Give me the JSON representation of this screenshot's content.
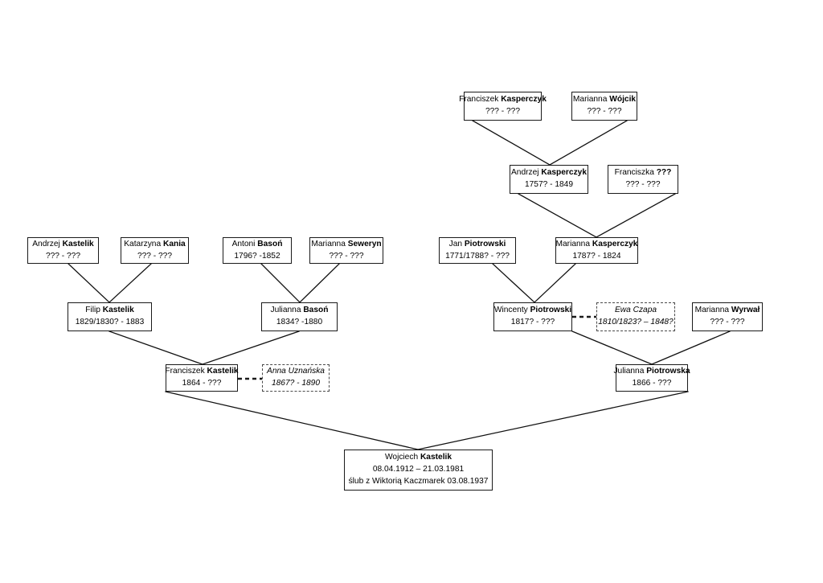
{
  "diagram": {
    "title": "Drzewo genealogiczne Kastelik",
    "background": "#ffffff",
    "line_color": "#111111",
    "box_border_color": "#1a1a1a",
    "dashed_border_color": "#4a4a4a"
  },
  "nodes": {
    "franciszek_kasperczyk": {
      "given": "Franciszek ",
      "surname": "Kasperczyk",
      "dates": "??? - ???"
    },
    "marianna_wojcik": {
      "given": "Marianna ",
      "surname": "Wójcik",
      "dates": "??? - ???"
    },
    "andrzej_kasperczyk": {
      "given": "Andrzej ",
      "surname": "Kasperczyk",
      "dates": "1757? - 1849"
    },
    "franciszka_unknown": {
      "given": "Franciszka ",
      "surname": "???",
      "dates": "??? - ???"
    },
    "andrzej_kastelik": {
      "given": "Andrzej ",
      "surname": "Kastelik",
      "dates": "??? - ???"
    },
    "katarzyna_kania": {
      "given": "Katarzyna ",
      "surname": "Kania",
      "dates": "??? - ???"
    },
    "antoni_basin": {
      "given": "Antoni ",
      "surname": "Basoń",
      "dates": "1796? -1852"
    },
    "marianna_seweryn": {
      "given": "Marianna ",
      "surname": "Seweryn",
      "dates": "??? - ???"
    },
    "jan_piotrowski": {
      "given": "Jan ",
      "surname": "Piotrowski",
      "dates": "1771/1788? - ???"
    },
    "marianna_kasperczyk": {
      "given": "Marianna ",
      "surname": "Kasperczyk",
      "dates": "1787? - 1824"
    },
    "filip_kastelik": {
      "given": "Filip ",
      "surname": "Kastelik",
      "dates": "1829/1830? - 1883"
    },
    "julianna_bason": {
      "given": "Julianna ",
      "surname": "Basoń",
      "dates": "1834? -1880"
    },
    "wincenty_piotrowski": {
      "given": "Wincenty ",
      "surname": "Piotrowski",
      "dates": "1817? - ???"
    },
    "ewa_czapa": {
      "given": "Ewa ",
      "surname": "Czapa",
      "dates": "1810/1823? – 1848?"
    },
    "marianna_wyrwal": {
      "given": "Marianna ",
      "surname": "Wyrwał",
      "dates": "??? - ???"
    },
    "franciszek_kastelik": {
      "given": "Franciszek ",
      "surname": "Kastelik",
      "dates": "1864 - ???"
    },
    "anna_uznanska": {
      "given": "Anna ",
      "surname": "Uznańska",
      "dates": "1867? - 1890"
    },
    "julianna_piotrowska": {
      "given": "Julianna ",
      "surname": "Piotrowska",
      "dates": "1866 - ???"
    },
    "wojciech_kastelik": {
      "given": "Wojciech ",
      "surname": "Kastelik",
      "dates": "08.04.1912 – 21.03.1981",
      "extra": "ślub z Wiktorią Kaczmarek 03.08.1937"
    }
  }
}
